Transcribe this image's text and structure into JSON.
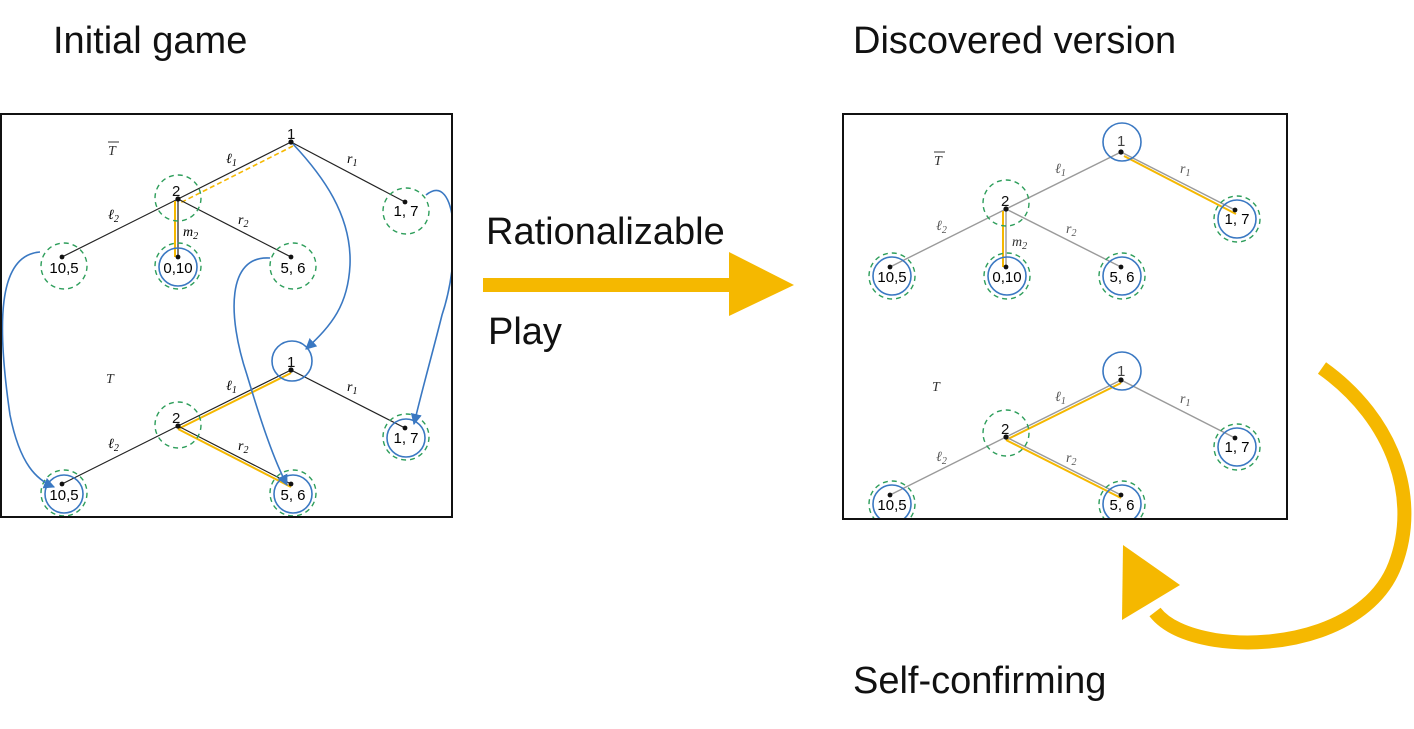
{
  "titles": {
    "initial": "Initial game",
    "discovered": "Discovered version"
  },
  "arrow_labels": {
    "line1": "Rationalizable",
    "line2": "Play",
    "self": "Self-confirming"
  },
  "tree_labels": {
    "tbar": "T",
    "t": "T",
    "player1": "1",
    "player2": "2",
    "l1": "ℓ",
    "r1": "r",
    "l2": "ℓ",
    "m2": "m",
    "r2": "r",
    "sub1": "1",
    "sub2": "2"
  },
  "payoffs": {
    "a": "10,5",
    "b": "0,10",
    "c": "5, 6",
    "d": "1, 7"
  },
  "colors": {
    "orange": "#F5B800",
    "blue": "#3A78C2",
    "green": "#2E9E5B",
    "gray": "#9A9A9A",
    "dark": "#222222"
  }
}
